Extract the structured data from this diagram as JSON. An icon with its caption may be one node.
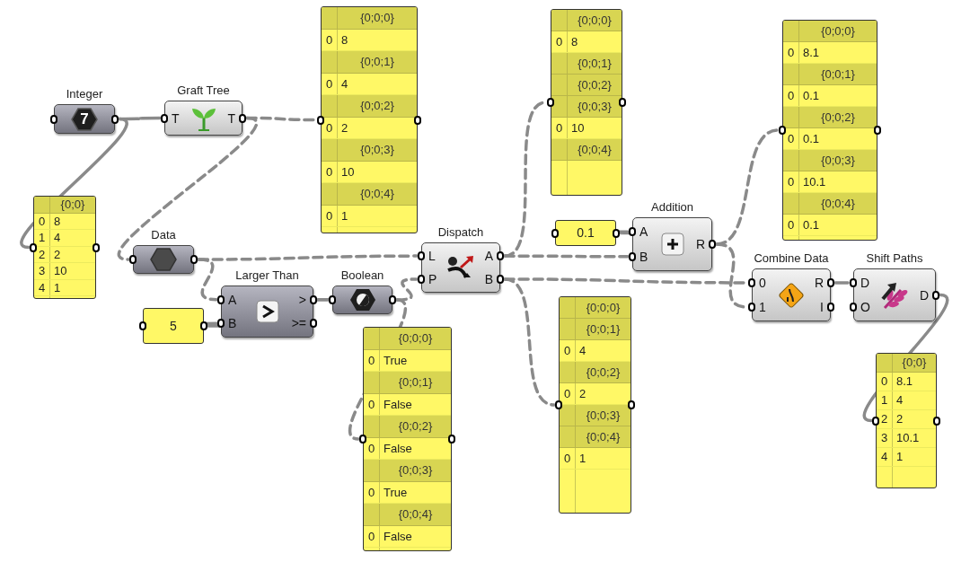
{
  "diagram": {
    "nodes": [
      {
        "text": [
          "Integer",
          "7"
        ]
      },
      {
        "text": [
          "Graft Tree",
          "T",
          "T"
        ]
      },
      {
        "text": [
          "{0;0;0}",
          "0",
          "8",
          "{0;0;1}",
          "0",
          "4",
          "{0;0;2}",
          "0",
          "2",
          "{0;0;3}",
          "0",
          "10",
          "{0;0;4}",
          "0",
          "1"
        ]
      },
      {
        "text": [
          "{0;0;0}",
          "0",
          "8",
          "{0;0;1}",
          "{0;0;2}",
          "{0;0;3}",
          "0",
          "10",
          "{0;0;4}"
        ]
      },
      {
        "text": [
          "{0;0;0}",
          "0",
          "8.1",
          "{0;0;1}",
          "0",
          "0.1",
          "{0;0;2}",
          "0",
          "0.1",
          "{0;0;3}",
          "0",
          "10.1",
          "{0;0;4}",
          "0",
          "0.1"
        ]
      },
      {
        "text": [
          "{0;0}",
          "0",
          "8",
          "1",
          "4",
          "2",
          "2",
          "3",
          "10",
          "4",
          "1"
        ]
      },
      {
        "text": [
          "Data"
        ]
      },
      {
        "text": [
          "Dispatch",
          "L",
          "P",
          "A",
          "B"
        ]
      },
      {
        "text": [
          "0.1"
        ]
      },
      {
        "text": [
          "Addition",
          "A",
          "B",
          "R"
        ]
      },
      {
        "text": [
          "Larger Than",
          "A",
          "B",
          ">",
          ">="
        ]
      },
      {
        "text": [
          "Boolean"
        ]
      },
      {
        "text": [
          "5"
        ]
      },
      {
        "text": [
          "Combine Data",
          "0",
          "1",
          "R",
          "I"
        ]
      },
      {
        "text": [
          "Shift Paths",
          "D",
          "O",
          "D"
        ]
      },
      {
        "text": [
          "{0;0;0}",
          "0",
          "True",
          "{0;0;1}",
          "0",
          "False",
          "{0;0;2}",
          "0",
          "False",
          "{0;0;3}",
          "0",
          "True",
          "{0;0;4}",
          "0",
          "False"
        ]
      },
      {
        "text": [
          "{0;0;0}",
          "{0;0;1}",
          "0",
          "4",
          "{0;0;2}",
          "0",
          "2",
          "{0;0;3}",
          "{0;0;4}",
          "0",
          "1"
        ]
      },
      {
        "text": [
          "{0;0}",
          "0",
          "8.1",
          "1",
          "4",
          "2",
          "2",
          "3",
          "10.1",
          "4",
          "1"
        ]
      }
    ],
    "edges": [
      {
        "from": 0,
        "to": 1,
        "arrow": "none"
      },
      {
        "from": 0,
        "to": 5,
        "arrow": "none"
      },
      {
        "from": 1,
        "to": 2,
        "arrow": "none",
        "style": "dashed"
      },
      {
        "from": 1,
        "to": 6,
        "arrow": "none",
        "style": "dashed"
      },
      {
        "from": 6,
        "to": 7,
        "arrow": "none",
        "style": "dashed"
      },
      {
        "from": 6,
        "to": 10,
        "arrow": "none",
        "style": "dashed"
      },
      {
        "from": 12,
        "to": 10,
        "arrow": "none"
      },
      {
        "from": 10,
        "to": 11,
        "arrow": "none"
      },
      {
        "from": 11,
        "to": 7,
        "arrow": "none",
        "style": "dashed"
      },
      {
        "from": 11,
        "to": 15,
        "arrow": "none",
        "style": "dashed"
      },
      {
        "from": 7,
        "to": 3,
        "arrow": "none",
        "style": "dashed"
      },
      {
        "from": 7,
        "to": 9,
        "arrow": "none",
        "style": "dashed"
      },
      {
        "from": 8,
        "to": 9,
        "arrow": "none"
      },
      {
        "from": 9,
        "to": 4,
        "arrow": "none",
        "style": "dashed"
      },
      {
        "from": 9,
        "to": 13,
        "arrow": "none",
        "style": "dashed"
      },
      {
        "from": 7,
        "to": 13,
        "arrow": "none",
        "style": "dashed"
      },
      {
        "from": 7,
        "to": 16,
        "arrow": "none",
        "style": "dashed"
      },
      {
        "from": 13,
        "to": 14,
        "arrow": "none",
        "style": "dashed"
      },
      {
        "from": 14,
        "to": 17,
        "arrow": "none"
      }
    ]
  }
}
